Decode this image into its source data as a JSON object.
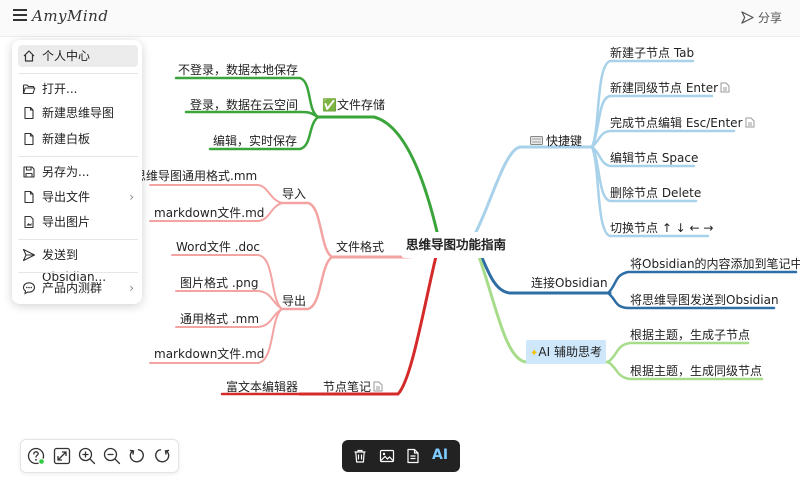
{
  "app": {
    "logo": "AmyMind",
    "share_label": "分享"
  },
  "root": {
    "label": "思维导图功能指南"
  },
  "branches": {
    "file_storage": {
      "label": "✅文件存储",
      "children": [
        "不登录，数据本地保存",
        "登录，数据在云空间",
        "编辑，实时保存"
      ]
    },
    "file_format": {
      "label": "文件格式",
      "import": {
        "label": "导入",
        "children": [
          "思维导图通用格式.mm",
          "markdown文件.md"
        ]
      },
      "export": {
        "label": "导出",
        "children": [
          "Word文件 .doc",
          "图片格式 .png",
          "通用格式 .mm",
          "markdown文件.md"
        ]
      }
    },
    "node_note": {
      "label": "节点笔记",
      "children": [
        "富文本编辑器"
      ]
    },
    "shortcuts": {
      "label": "快捷键",
      "children": [
        "新建子节点 Tab",
        "新建同级节点 Enter",
        "完成节点编辑 Esc/Enter",
        "编辑节点 Space",
        "删除节点 Delete",
        "切换节点 ↑ ↓ ← →"
      ]
    },
    "obsidian": {
      "label": "连接Obsidian",
      "children": [
        "将Obsidian的内容添加到笔记中",
        "将思维导图发送到Obsidian"
      ]
    },
    "ai": {
      "label": "AI 辅助思考",
      "children": [
        "根据主题，生成子节点",
        "根据主题，生成同级节点"
      ]
    }
  },
  "menu": {
    "items": [
      {
        "label": "个人中心",
        "icon": "home-icon"
      },
      {
        "label": "打开...",
        "icon": "folder-open-icon"
      },
      {
        "label": "新建思维导图",
        "icon": "file-icon"
      },
      {
        "label": "新建白板",
        "icon": "file-icon"
      },
      {
        "label": "另存为...",
        "icon": "save-icon"
      },
      {
        "label": "导出文件",
        "icon": "file-icon"
      },
      {
        "label": "导出图片",
        "icon": "image-file-icon"
      },
      {
        "label": "发送到Obsidian...",
        "icon": "send-icon"
      },
      {
        "label": "产品内测群",
        "icon": "chat-icon"
      }
    ]
  },
  "toolbar": {
    "ai_label": "AI"
  },
  "colors": {
    "green": "#3aa53a",
    "pink": "#f4a3a3",
    "red": "#d42a2a",
    "lightblue": "#a8d1ea",
    "darkblue": "#2f6ea5",
    "lightgreen": "#a6dc8a"
  }
}
